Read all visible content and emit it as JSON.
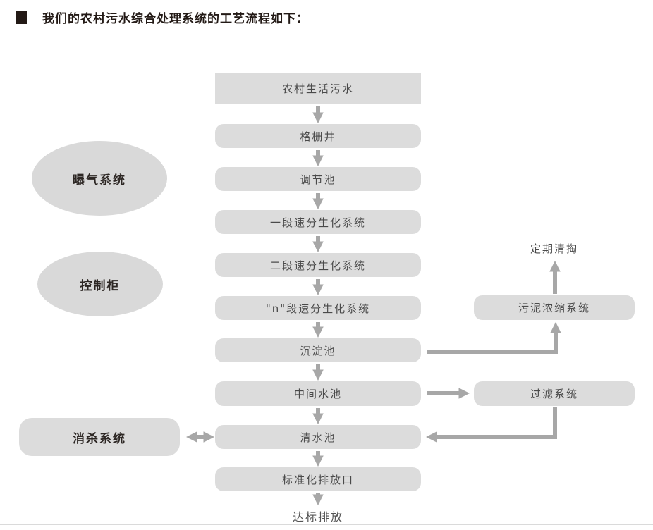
{
  "title": {
    "text": "我们的农村污水综合处理系统的工艺流程如下："
  },
  "flow": {
    "steps": [
      {
        "label": "农村生活污水"
      },
      {
        "label": "格栅井"
      },
      {
        "label": "调节池"
      },
      {
        "label": "一段速分生化系统"
      },
      {
        "label": "二段速分生化系统"
      },
      {
        "label": "\"n\"段速分生化系统"
      },
      {
        "label": "沉淀池"
      },
      {
        "label": "中间水池"
      },
      {
        "label": "清水池"
      },
      {
        "label": "标准化排放口"
      }
    ],
    "outcome_label": "达标排放"
  },
  "left_modules": {
    "aeration": "曝气系统",
    "control": "控制柜",
    "disinfection": "消杀系统"
  },
  "right_modules": {
    "cleanout_label": "定期清掏",
    "sludge": "污泥浓缩系统",
    "filter": "过滤系统"
  },
  "colors": {
    "box_fill": "#dcdcdc",
    "ellipse_fill": "#d9d9d9",
    "arrow": "#a7a7a7",
    "box_text": "#4a4a4a",
    "bold_text": "#2d2724",
    "title_text": "#231a16"
  }
}
